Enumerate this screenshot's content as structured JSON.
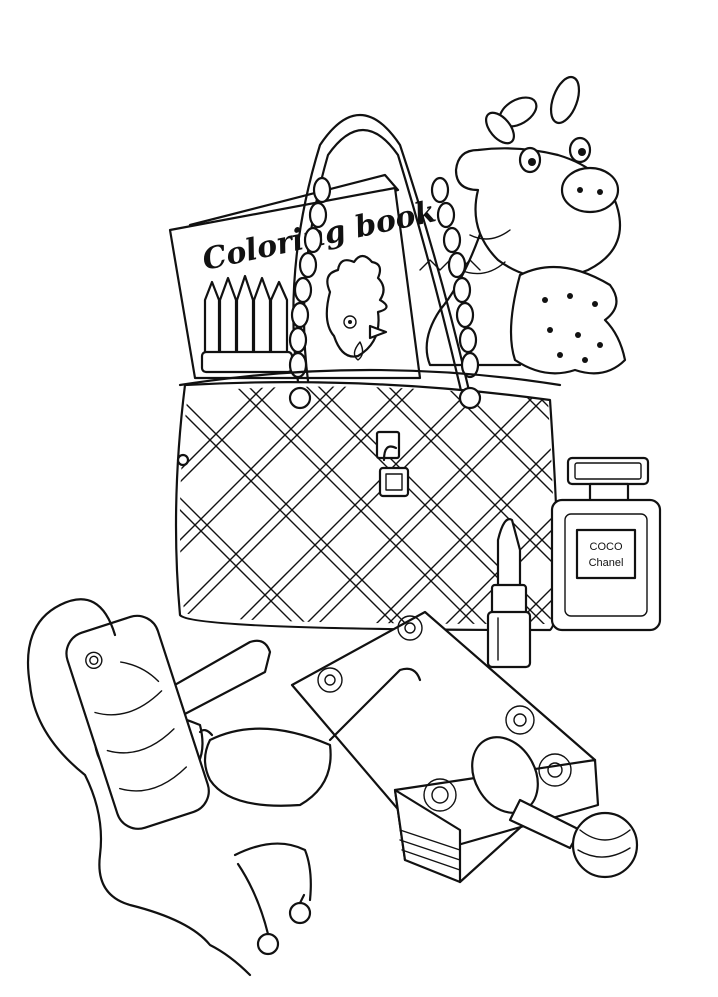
{
  "coloring_book": {
    "title": "Coloring book"
  },
  "perfume": {
    "line1": "COCO",
    "line2": "Chanel"
  },
  "colors": {
    "ink": "#111111",
    "paper": "#ffffff"
  },
  "icons": [
    "handbag-icon",
    "giraffe-plush-icon",
    "coloring-book-icon",
    "rooster-icon",
    "pencils-icon",
    "padlock-icon",
    "perfume-bottle-icon",
    "lipstick-icon",
    "sunglasses-icon",
    "phone-icon",
    "earphones-icon",
    "notebook-icon",
    "rattle-icon"
  ]
}
